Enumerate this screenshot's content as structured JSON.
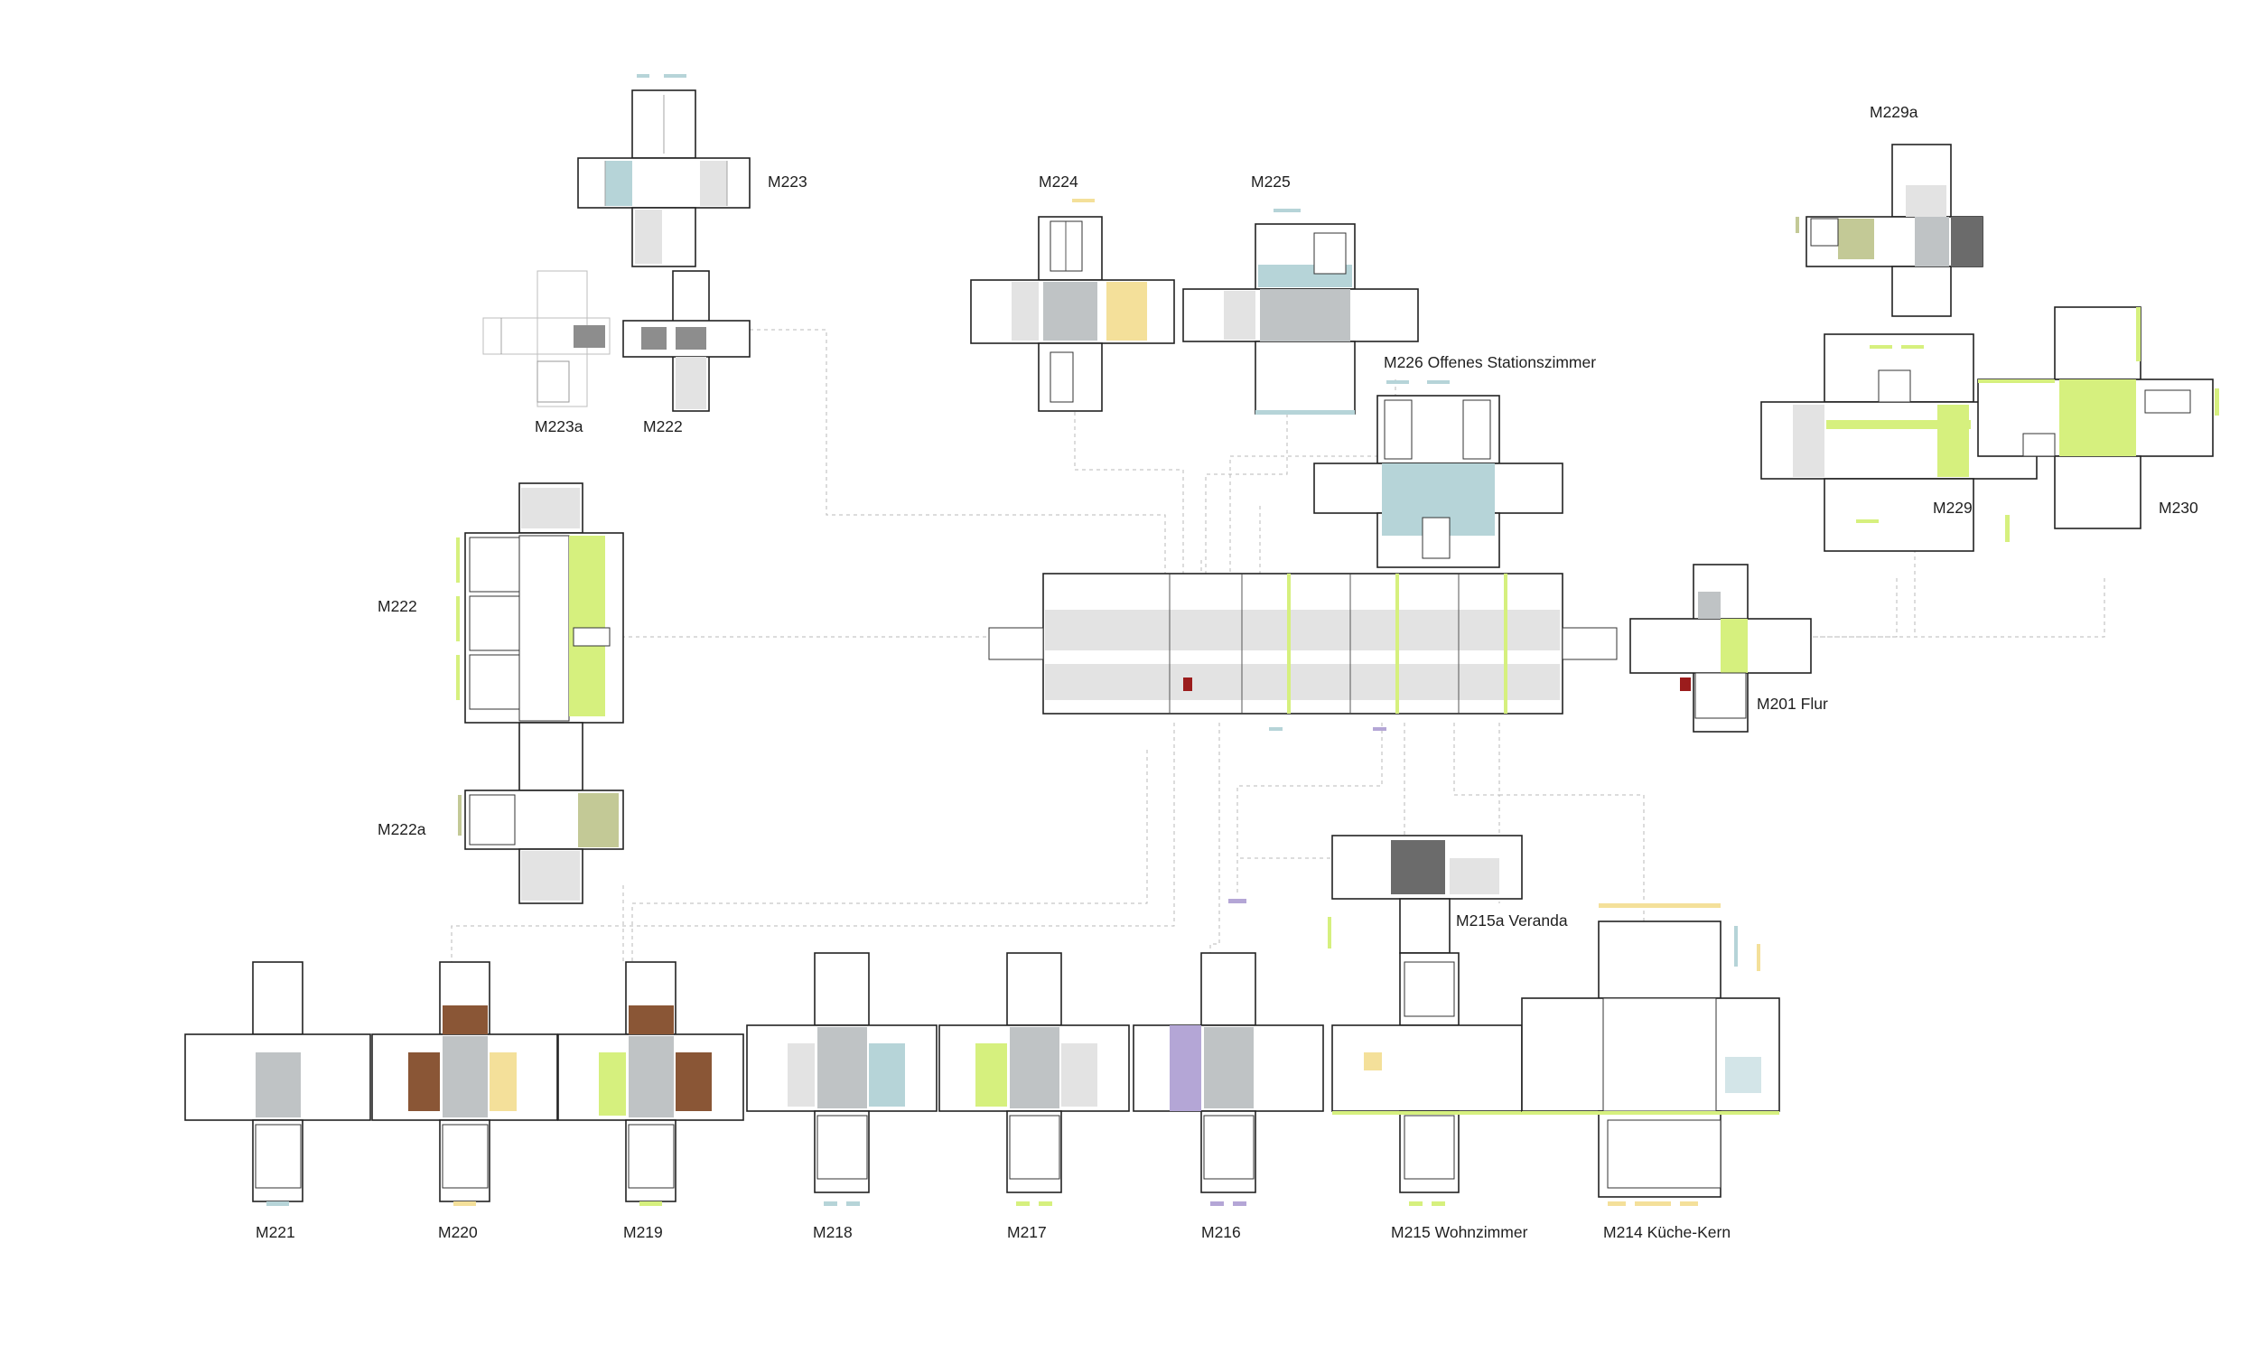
{
  "rooms": {
    "m223": "M223",
    "m223a": "M223a",
    "m222_top": "M222",
    "m224": "M224",
    "m225": "M225",
    "m226": "M226 Offenes Stationszimmer",
    "m229a": "M229a",
    "m229": "M229",
    "m230": "M230",
    "m222": "M222",
    "m222a": "M222a",
    "m201": "M201 Flur",
    "m215a": "M215a Veranda",
    "m221": "M221",
    "m220": "M220",
    "m219": "M219",
    "m218": "M218",
    "m217": "M217",
    "m216": "M216",
    "m215": "M215 Wohnzimmer",
    "m214": "M214 Küche-Kern"
  },
  "colors": {
    "grey": "#bfc3c5",
    "light_grey": "#e3e3e3",
    "blue": "#b6d4d8",
    "green": "#d6f07e",
    "yellow": "#f4e09a",
    "olive": "#c3c996",
    "brown": "#8a5636",
    "purple": "#b4a6d6",
    "dark_grey": "#6b6b6b",
    "red": "#9b1c1c"
  }
}
